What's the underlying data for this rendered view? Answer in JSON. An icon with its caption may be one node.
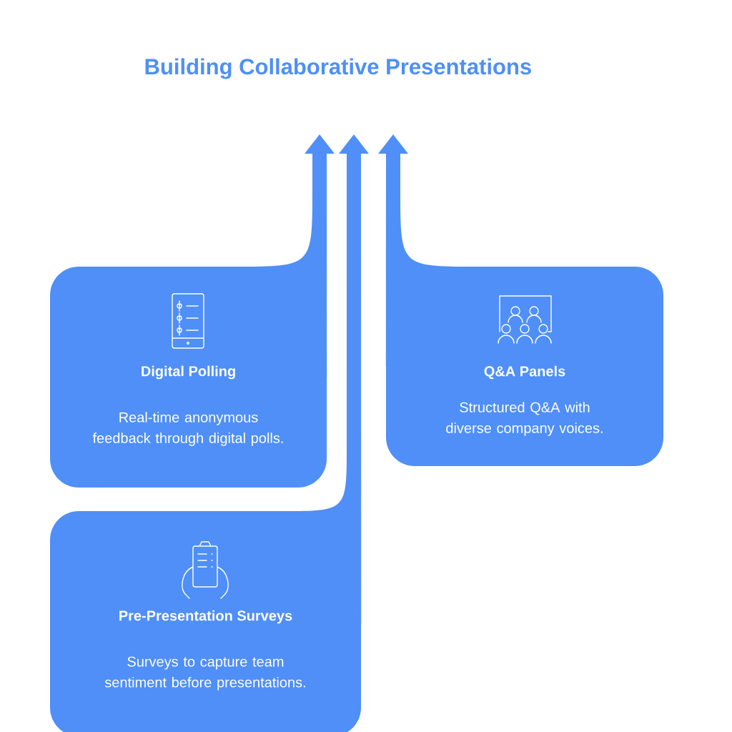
{
  "diagram": {
    "title": "Building Collaborative Presentations",
    "nodes": [
      {
        "text": [
          "Digital Polling",
          "Real-time anonymous feedback through digital polls."
        ]
      },
      {
        "text": [
          "Q&A Panels",
          "Structured Q&A with diverse company voices."
        ]
      },
      {
        "text": [
          "Pre-Presentation Surveys",
          "Surveys to capture team sentiment before presentations."
        ]
      }
    ],
    "edges": [
      {
        "from": 0,
        "to": null,
        "arrow": "to"
      },
      {
        "from": 2,
        "to": null,
        "arrow": "to"
      },
      {
        "from": 1,
        "to": null,
        "arrow": "to"
      }
    ]
  }
}
